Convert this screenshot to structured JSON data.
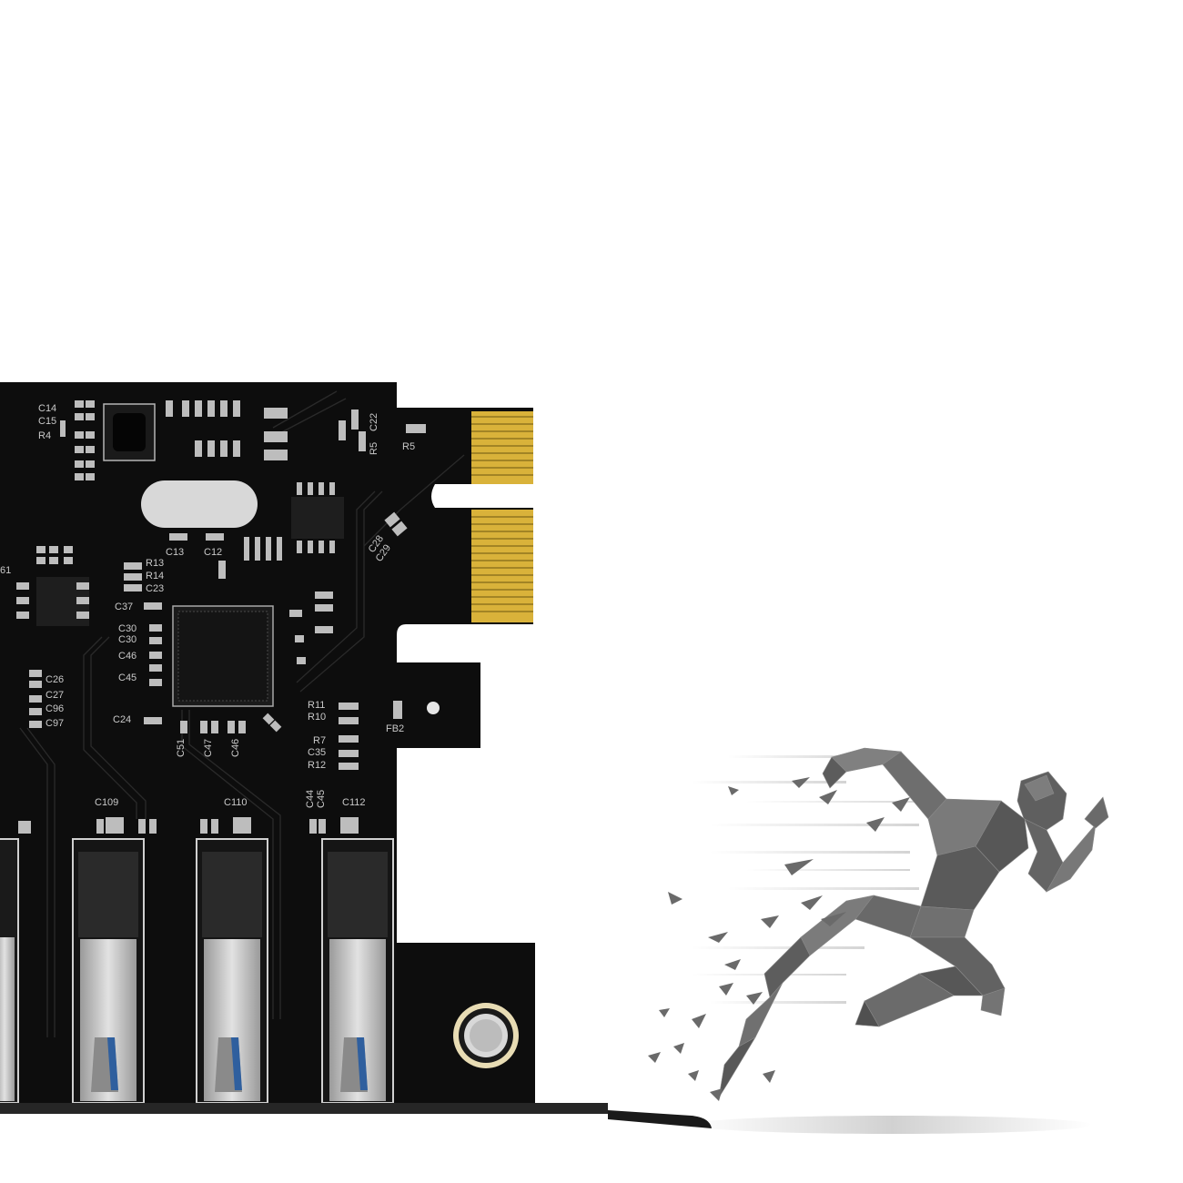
{
  "pcb": {
    "colors": {
      "board": "#0d0d0d",
      "gold": "#d9b23a",
      "port_silver": "#cfcfcf",
      "port_blue": "#2f5f9e"
    },
    "silkscreen_labels": [
      "C14",
      "C15",
      "R4",
      "C22",
      "R5",
      "R5",
      "C13",
      "C12",
      "C28",
      "C29",
      "R13",
      "R14",
      "C23",
      "C37",
      "C30",
      "C30",
      "C46",
      "C45",
      "C24",
      "C26",
      "C27",
      "C96",
      "C97",
      "61",
      "R11",
      "R10",
      "R7",
      "C35",
      "R12",
      "FB2",
      "C51",
      "C47",
      "C46",
      "C44",
      "C45",
      "C109",
      "C110",
      "C112"
    ]
  },
  "runner": {
    "color": "#6a6a6a",
    "icon": "running-man-figure"
  }
}
